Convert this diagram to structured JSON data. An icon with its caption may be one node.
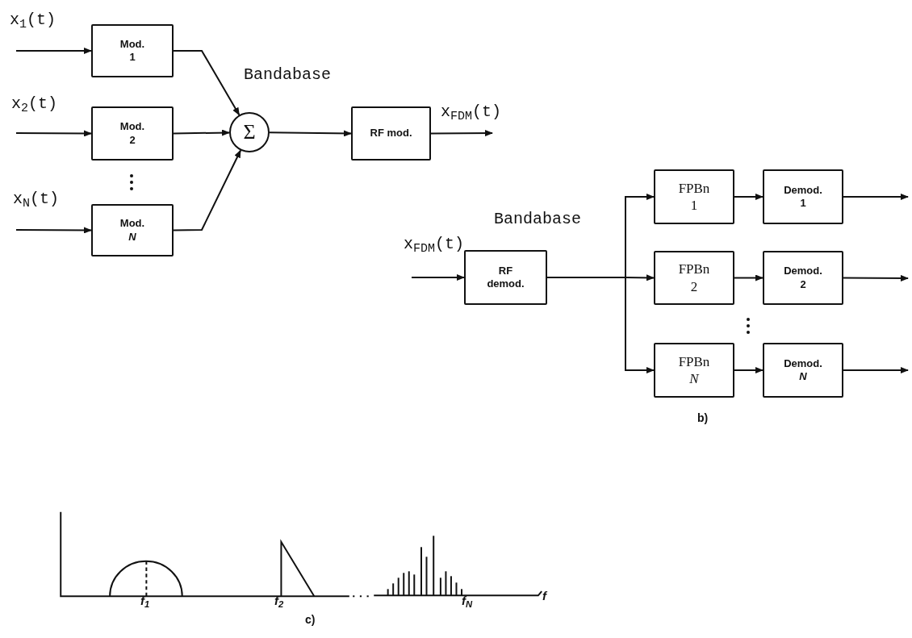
{
  "diagram": {
    "nodes": [
      {
        "text": [
          "Mod. 1"
        ]
      },
      {
        "text": [
          "Mod. 2"
        ]
      },
      {
        "text": [
          "Mod. *N*"
        ]
      },
      {
        "text": [
          "Σ"
        ]
      },
      {
        "text": [
          "RF mod."
        ]
      },
      {
        "text": [
          "RF demod."
        ]
      },
      {
        "text": [
          "FPBn 1"
        ]
      },
      {
        "text": [
          "FPBn 2"
        ]
      },
      {
        "text": [
          "FPBn *N*"
        ]
      },
      {
        "text": [
          "Demod. 1"
        ]
      },
      {
        "text": [
          "Demod. 2"
        ]
      },
      {
        "text": [
          "Demod. *N*"
        ]
      }
    ],
    "edges": [
      {
        "from": null,
        "to": 0,
        "arrow": "to"
      },
      {
        "from": null,
        "to": 1,
        "arrow": "to"
      },
      {
        "from": null,
        "to": 2,
        "arrow": "to"
      },
      {
        "from": 0,
        "to": 3,
        "arrow": "to"
      },
      {
        "from": 1,
        "to": 3,
        "arrow": "to"
      },
      {
        "from": 2,
        "to": 3,
        "arrow": "to"
      },
      {
        "from": 3,
        "to": 4,
        "arrow": "to"
      },
      {
        "from": 4,
        "to": null,
        "arrow": "to",
        "label": "x$_{FDM}$(t)"
      },
      {
        "from": null,
        "to": 5,
        "arrow": "to"
      },
      {
        "from": 5,
        "to": 6,
        "arrow": "to"
      },
      {
        "from": 5,
        "to": 7,
        "arrow": "to"
      },
      {
        "from": 5,
        "to": 8,
        "arrow": "to"
      },
      {
        "from": 6,
        "to": 9,
        "arrow": "to"
      },
      {
        "from": 7,
        "to": 10,
        "arrow": "to"
      },
      {
        "from": 8,
        "to": 11,
        "arrow": "to"
      },
      {
        "from": 9,
        "to": null,
        "arrow": "to"
      },
      {
        "from": 10,
        "to": null,
        "arrow": "to"
      },
      {
        "from": 11,
        "to": null,
        "arrow": "to"
      }
    ],
    "labels": [
      "x$_{1}$(t)",
      "x$_{2}$(t)",
      "x$_{N}$(t)",
      "Bandabase",
      "x$_{FDM}$(t)",
      "Bandabase",
      "b)",
      "f$_{1}$",
      "f$_{2}$",
      "f$_{N}$",
      "f",
      "c)"
    ]
  }
}
